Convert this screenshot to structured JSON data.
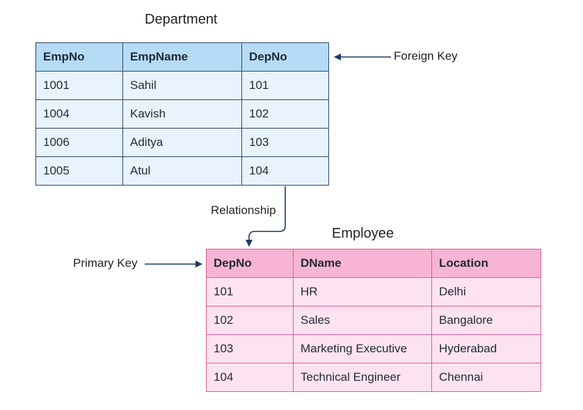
{
  "department": {
    "title": "Department",
    "columns": [
      "EmpNo",
      "EmpName",
      "DepNo"
    ],
    "rows": [
      [
        "1001",
        "Sahil",
        "101"
      ],
      [
        "1004",
        "Kavish",
        "102"
      ],
      [
        "1006",
        "Aditya",
        "103"
      ],
      [
        "1005",
        "Atul",
        "104"
      ]
    ]
  },
  "employee": {
    "title": "Employee",
    "columns": [
      "DepNo",
      "DName",
      "Location"
    ],
    "rows": [
      [
        "101",
        "HR",
        "Delhi"
      ],
      [
        "102",
        "Sales",
        "Bangalore"
      ],
      [
        "103",
        "Marketing Executive",
        "Hyderabad"
      ],
      [
        "104",
        "Technical Engineer",
        "Chennai"
      ]
    ]
  },
  "annotations": {
    "foreign_key": "Foreign Key",
    "primary_key": "Primary Key",
    "relationship": "Relationship"
  },
  "colors": {
    "department_header": "#b6dbf6",
    "department_cell": "#e8f3fd",
    "department_border": "#2f4560",
    "employee_header": "#f8b4d4",
    "employee_cell": "#fde3ef",
    "employee_border": "#e05a9a",
    "arrow": "#1f3a5f"
  }
}
